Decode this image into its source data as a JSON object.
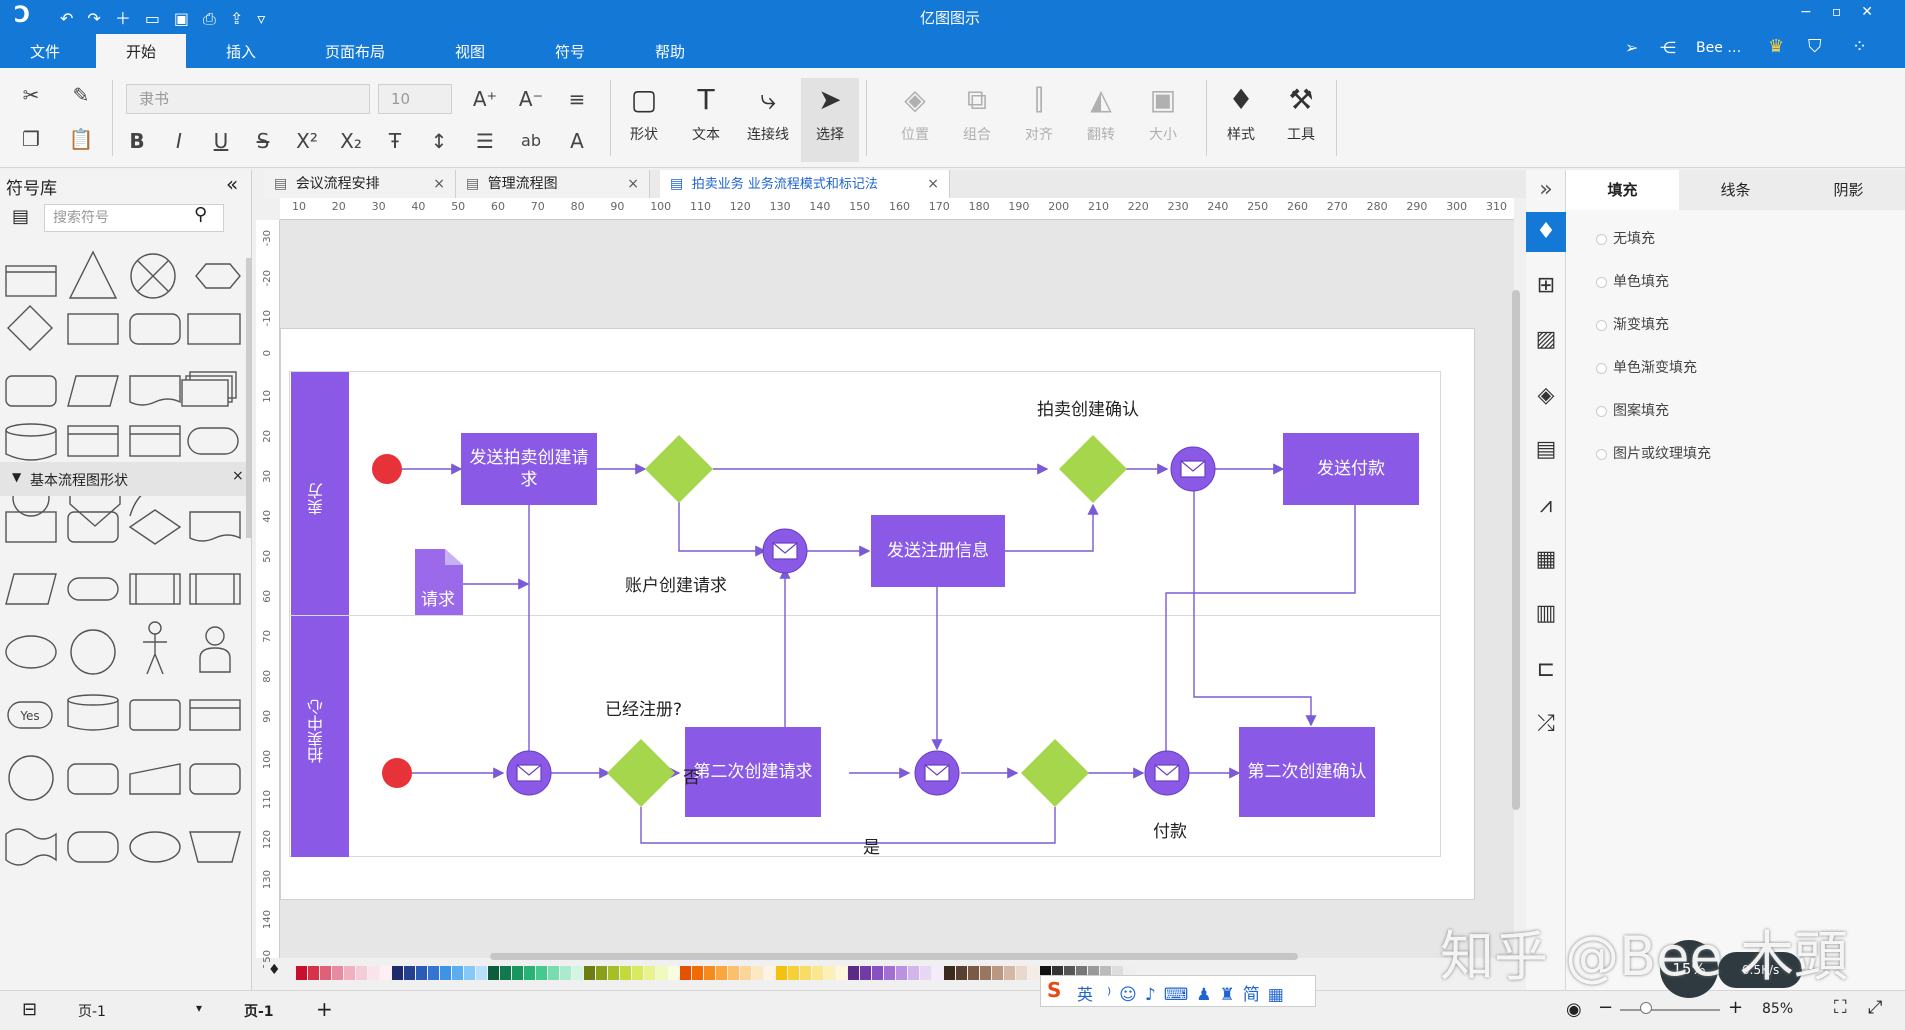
{
  "app": {
    "title": "亿图图示"
  },
  "titlebar": {
    "user_label": "Bee …",
    "window_controls": [
      "minimize-icon",
      "restore-icon",
      "close-icon"
    ]
  },
  "menu": {
    "items": [
      "文件",
      "开始",
      "插入",
      "页面布局",
      "视图",
      "符号",
      "帮助"
    ],
    "active": "开始"
  },
  "ribbon": {
    "font_name": "隶书",
    "font_size": "10",
    "big_buttons": [
      {
        "label": "形状",
        "icon": "rectangle-icon",
        "enabled": true
      },
      {
        "label": "文本",
        "icon": "text-icon",
        "enabled": true
      },
      {
        "label": "连接线",
        "icon": "connector-icon",
        "enabled": true
      },
      {
        "label": "选择",
        "icon": "pointer-icon",
        "enabled": true
      },
      {
        "label": "位置",
        "icon": "layers-icon",
        "enabled": false
      },
      {
        "label": "组合",
        "icon": "group-icon",
        "enabled": false
      },
      {
        "label": "对齐",
        "icon": "align-icon",
        "enabled": false
      },
      {
        "label": "翻转",
        "icon": "flip-icon",
        "enabled": false
      },
      {
        "label": "大小",
        "icon": "size-icon",
        "enabled": false
      },
      {
        "label": "样式",
        "icon": "paint-bucket-icon",
        "enabled": true
      },
      {
        "label": "工具",
        "icon": "tools-icon",
        "enabled": true
      }
    ]
  },
  "library": {
    "title": "符号库",
    "search_placeholder": "搜索符号",
    "section_title": "基本流程图形状",
    "yes_label": "Yes"
  },
  "tabs": [
    {
      "label": "会议流程安排",
      "active": false
    },
    {
      "label": "管理流程图",
      "active": false
    },
    {
      "label": "拍卖业务 业务流程模式和标记法",
      "active": true
    }
  ],
  "ruler": {
    "h_ticks": [
      "10",
      "20",
      "30",
      "40",
      "50",
      "60",
      "70",
      "80",
      "90",
      "100",
      "110",
      "120",
      "130",
      "140",
      "150",
      "160",
      "170",
      "180",
      "190",
      "200",
      "210",
      "220",
      "230",
      "240",
      "250",
      "260",
      "270",
      "280",
      "290",
      "300",
      "310"
    ],
    "v_ticks": [
      "-30",
      "-20",
      "-10",
      "0",
      "10",
      "20",
      "30",
      "40",
      "50",
      "60",
      "70",
      "80",
      "90",
      "100",
      "110",
      "120",
      "130",
      "140",
      "150"
    ]
  },
  "diagram": {
    "lanes": [
      "卖方",
      "拍卖中心"
    ],
    "nodes": {
      "send_create": "发送拍卖创建请求",
      "send_register": "发送注册信息",
      "send_payment": "发送付款",
      "request_doc": "请求",
      "second_create_req": "第二次创建请求",
      "second_create_confirm": "第二次创建确认"
    },
    "labels": {
      "auction_confirm": "拍卖创建确认",
      "account_create": "账户创建请求",
      "already_registered": "已经注册?",
      "no": "否",
      "yes": "是",
      "payment": "付款"
    },
    "colors": {
      "task": "#8a5ae6",
      "gateway": "#a5d64b",
      "event": "#e8323a",
      "line": "#7a5ad6"
    }
  },
  "right_panel": {
    "tabs": [
      "填充",
      "线条",
      "阴影"
    ],
    "active_tab": "填充",
    "options": [
      "无填充",
      "单色填充",
      "渐变填充",
      "单色渐变填充",
      "图案填充",
      "图片或纹理填充"
    ],
    "selected": "无填充"
  },
  "status": {
    "page_selector": "页-1",
    "page_tab": "页-1",
    "zoom": "85%",
    "speed": "0.5K/s",
    "cpu": "15%"
  },
  "ime": {
    "items": [
      "英"
    ]
  },
  "watermark": "知乎 @Bee 木頭"
}
